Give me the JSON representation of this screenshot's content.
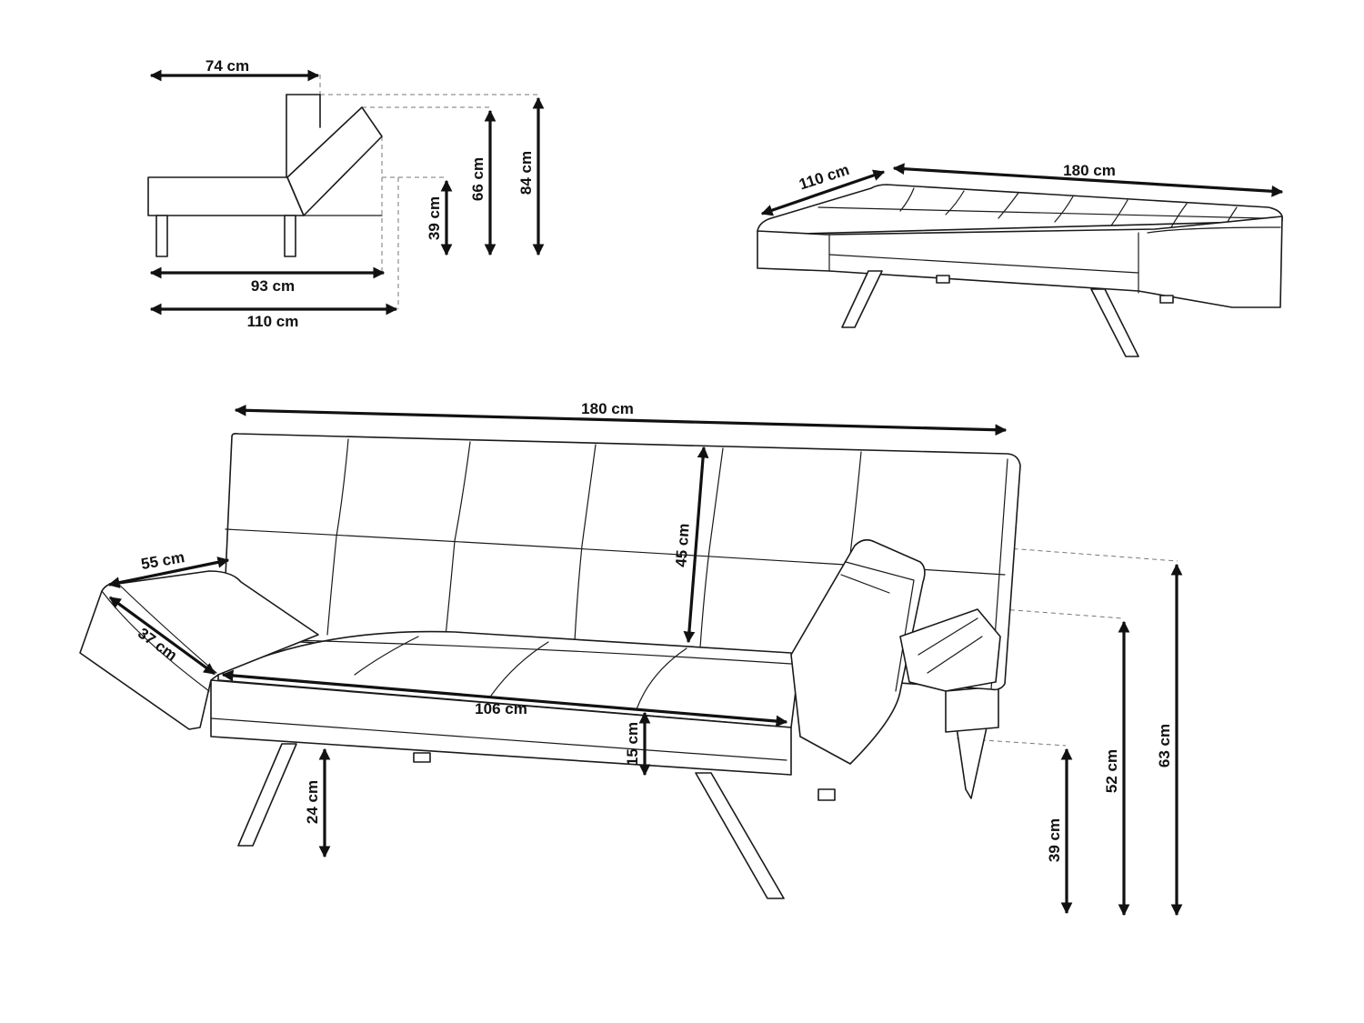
{
  "side_view": {
    "depth_top": "74 cm",
    "height_back": "66 cm",
    "height_total": "84 cm",
    "height_seat": "39 cm",
    "depth_seat": "93 cm",
    "depth_total": "110 cm"
  },
  "bed_view": {
    "width": "110 cm",
    "length": "180 cm"
  },
  "front_view": {
    "width": "180 cm",
    "back_height": "45 cm",
    "arm_length": "55 cm",
    "arm_width": "37 cm",
    "seat_width": "106 cm",
    "seat_thickness": "15 cm",
    "leg_height": "24 cm",
    "seat_height": "39 cm",
    "arm_height": "52 cm",
    "back_total_height": "63 cm"
  }
}
